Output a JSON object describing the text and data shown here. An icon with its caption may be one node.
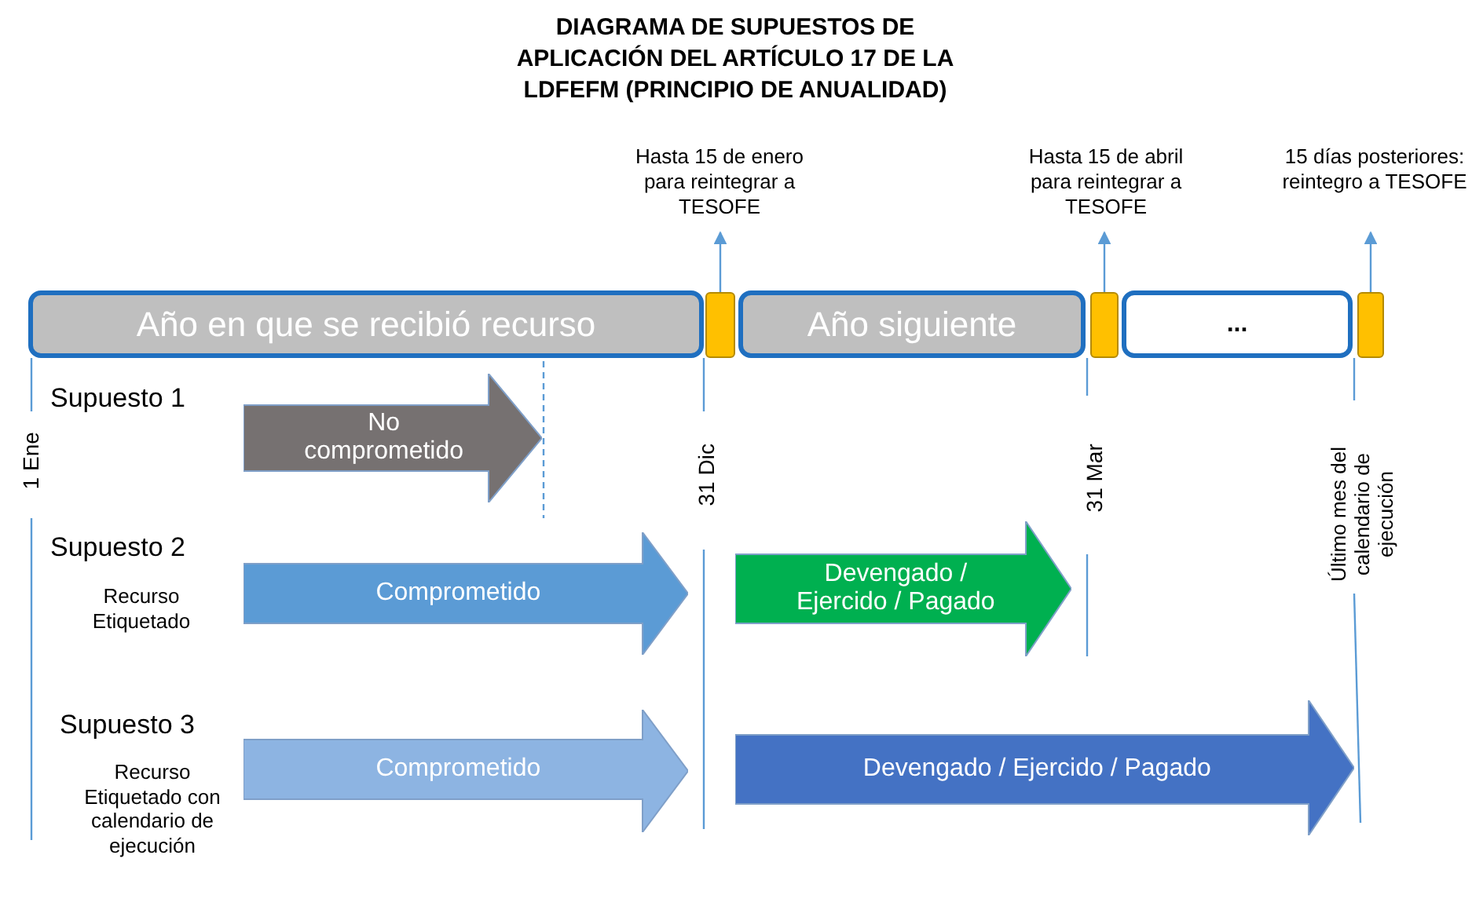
{
  "diagram": {
    "title": "DIAGRAMA DE SUPUESTOS DE APLICACIÓN DEL ARTÍCULO 17 DE LA LDFEFM (PRINCIPIO DE ANUALIDAD)",
    "nodes": [
      {
        "text": [
          "Año en que se recibió recurso"
        ]
      },
      {
        "text": [],
        "shape": "bar"
      },
      {
        "text": [
          "Año siguiente"
        ]
      },
      {
        "text": [],
        "shape": "bar"
      },
      {
        "text": [
          "..."
        ]
      },
      {
        "text": [],
        "shape": "bar"
      },
      {
        "text": [
          "Hasta 15 de enero para reintegrar a TESOFE"
        ]
      },
      {
        "text": [
          "Hasta 15 de abril para reintegrar a TESOFE"
        ]
      },
      {
        "text": [
          "15 días posteriores: reintegro a TESOFE"
        ]
      },
      {
        "text": [
          "No comprometido"
        ]
      },
      {
        "text": [
          "Comprometido"
        ]
      },
      {
        "text": [
          "Devengado / Ejercido / Pagado"
        ]
      },
      {
        "text": [
          "Comprometido"
        ]
      },
      {
        "text": [
          "Devengado / Ejercido / Pagado"
        ]
      }
    ],
    "edges": [
      {
        "from": 1,
        "to": 6,
        "arrow": "to"
      },
      {
        "from": 3,
        "to": 7,
        "arrow": "to"
      },
      {
        "from": 5,
        "to": 8,
        "arrow": "to"
      }
    ],
    "labels": [
      "Supuesto 1",
      "1 Ene",
      "31 Dic",
      "31 Mar",
      "Último mes del calendario de ejecución",
      "Supuesto 2",
      "Recurso Etiquetado",
      "Supuesto 3",
      "Recurso Etiquetado con calendario de ejecución"
    ]
  }
}
